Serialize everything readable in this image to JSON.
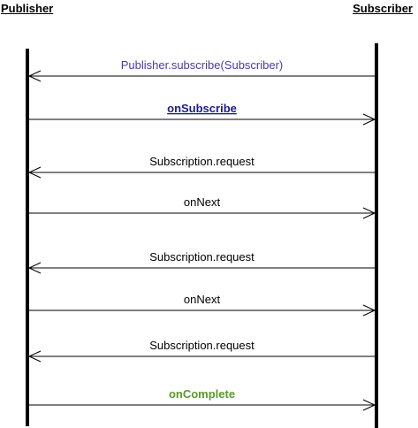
{
  "participants": {
    "publisher": "Publisher",
    "subscriber": "Subscriber"
  },
  "colors": {
    "line": "#000000",
    "text_default": "#000000",
    "text_purple": "#4b3ba6",
    "text_navy": "#1a1a8c",
    "text_green": "#5a9a2a"
  },
  "messages": [
    {
      "label": "Publisher.subscribe(Subscriber)",
      "from": "subscriber",
      "to": "publisher",
      "style": "purple"
    },
    {
      "label": "onSubscribe",
      "from": "publisher",
      "to": "subscriber",
      "style": "navy-bold-underline"
    },
    {
      "label": "Subscription.request",
      "from": "subscriber",
      "to": "publisher",
      "style": "default"
    },
    {
      "label": "onNext",
      "from": "publisher",
      "to": "subscriber",
      "style": "default"
    },
    {
      "label": "Subscription.request",
      "from": "subscriber",
      "to": "publisher",
      "style": "default"
    },
    {
      "label": "onNext",
      "from": "publisher",
      "to": "subscriber",
      "style": "default"
    },
    {
      "label": "Subscription.request",
      "from": "subscriber",
      "to": "publisher",
      "style": "default"
    },
    {
      "label": "onComplete",
      "from": "publisher",
      "to": "subscriber",
      "style": "green-bold"
    }
  ]
}
